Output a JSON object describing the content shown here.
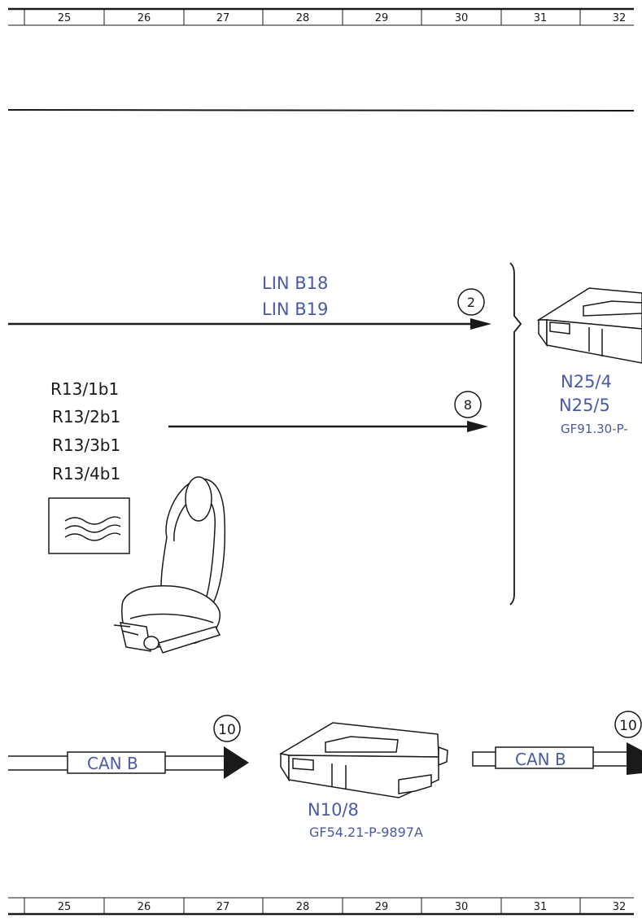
{
  "ruler": {
    "columns": [
      "25",
      "26",
      "27",
      "28",
      "29",
      "30",
      "31",
      "32"
    ]
  },
  "signals": {
    "lin_1": "LIN B18",
    "lin_2": "LIN B19",
    "callout_lin": "2",
    "callout_sensor": "8",
    "callout_can_left": "10",
    "callout_can_right": "10"
  },
  "sensors": {
    "items": [
      "R13/1b1",
      "R13/2b1",
      "R13/3b1",
      "R13/4b1"
    ]
  },
  "module_top": {
    "label_1": "N25/4",
    "label_2": "N25/5",
    "ref": "GF91.30-P-"
  },
  "module_bottom": {
    "label": "N10/8",
    "ref": "GF54.21-P-9897A"
  },
  "bus": {
    "left_label": "CAN B",
    "right_label": "CAN B"
  },
  "icons": [
    "seat-heating-symbol-icon",
    "vehicle-seat-icon",
    "control-unit-icon"
  ]
}
